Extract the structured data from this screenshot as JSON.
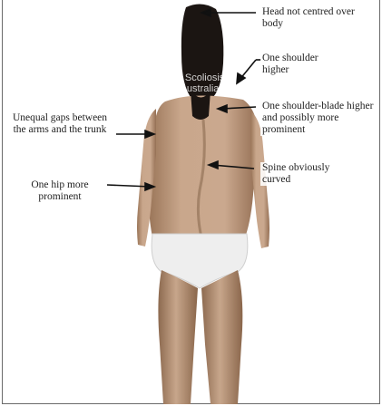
{
  "annotations": {
    "right": [
      {
        "id": "head",
        "text": "Head not centred over body"
      },
      {
        "id": "shoulder",
        "text": "One shoulder higher"
      },
      {
        "id": "shoulder_blade",
        "text": "One shoulder-blade higher and possibly more prominent"
      },
      {
        "id": "spine",
        "text": "Spine obviously curved"
      }
    ],
    "left": [
      {
        "id": "gaps",
        "text": "Unequal gaps between the arms and the trunk"
      },
      {
        "id": "hip",
        "text": "One hip more prominent"
      }
    ]
  },
  "watermark": "© Scoliosis Australia",
  "colors": {
    "skin": "#c9a78c",
    "skin_shadow": "#9a7558",
    "hair": "#1b1512",
    "garment": "#eeeeee",
    "arrow": "#111111"
  }
}
